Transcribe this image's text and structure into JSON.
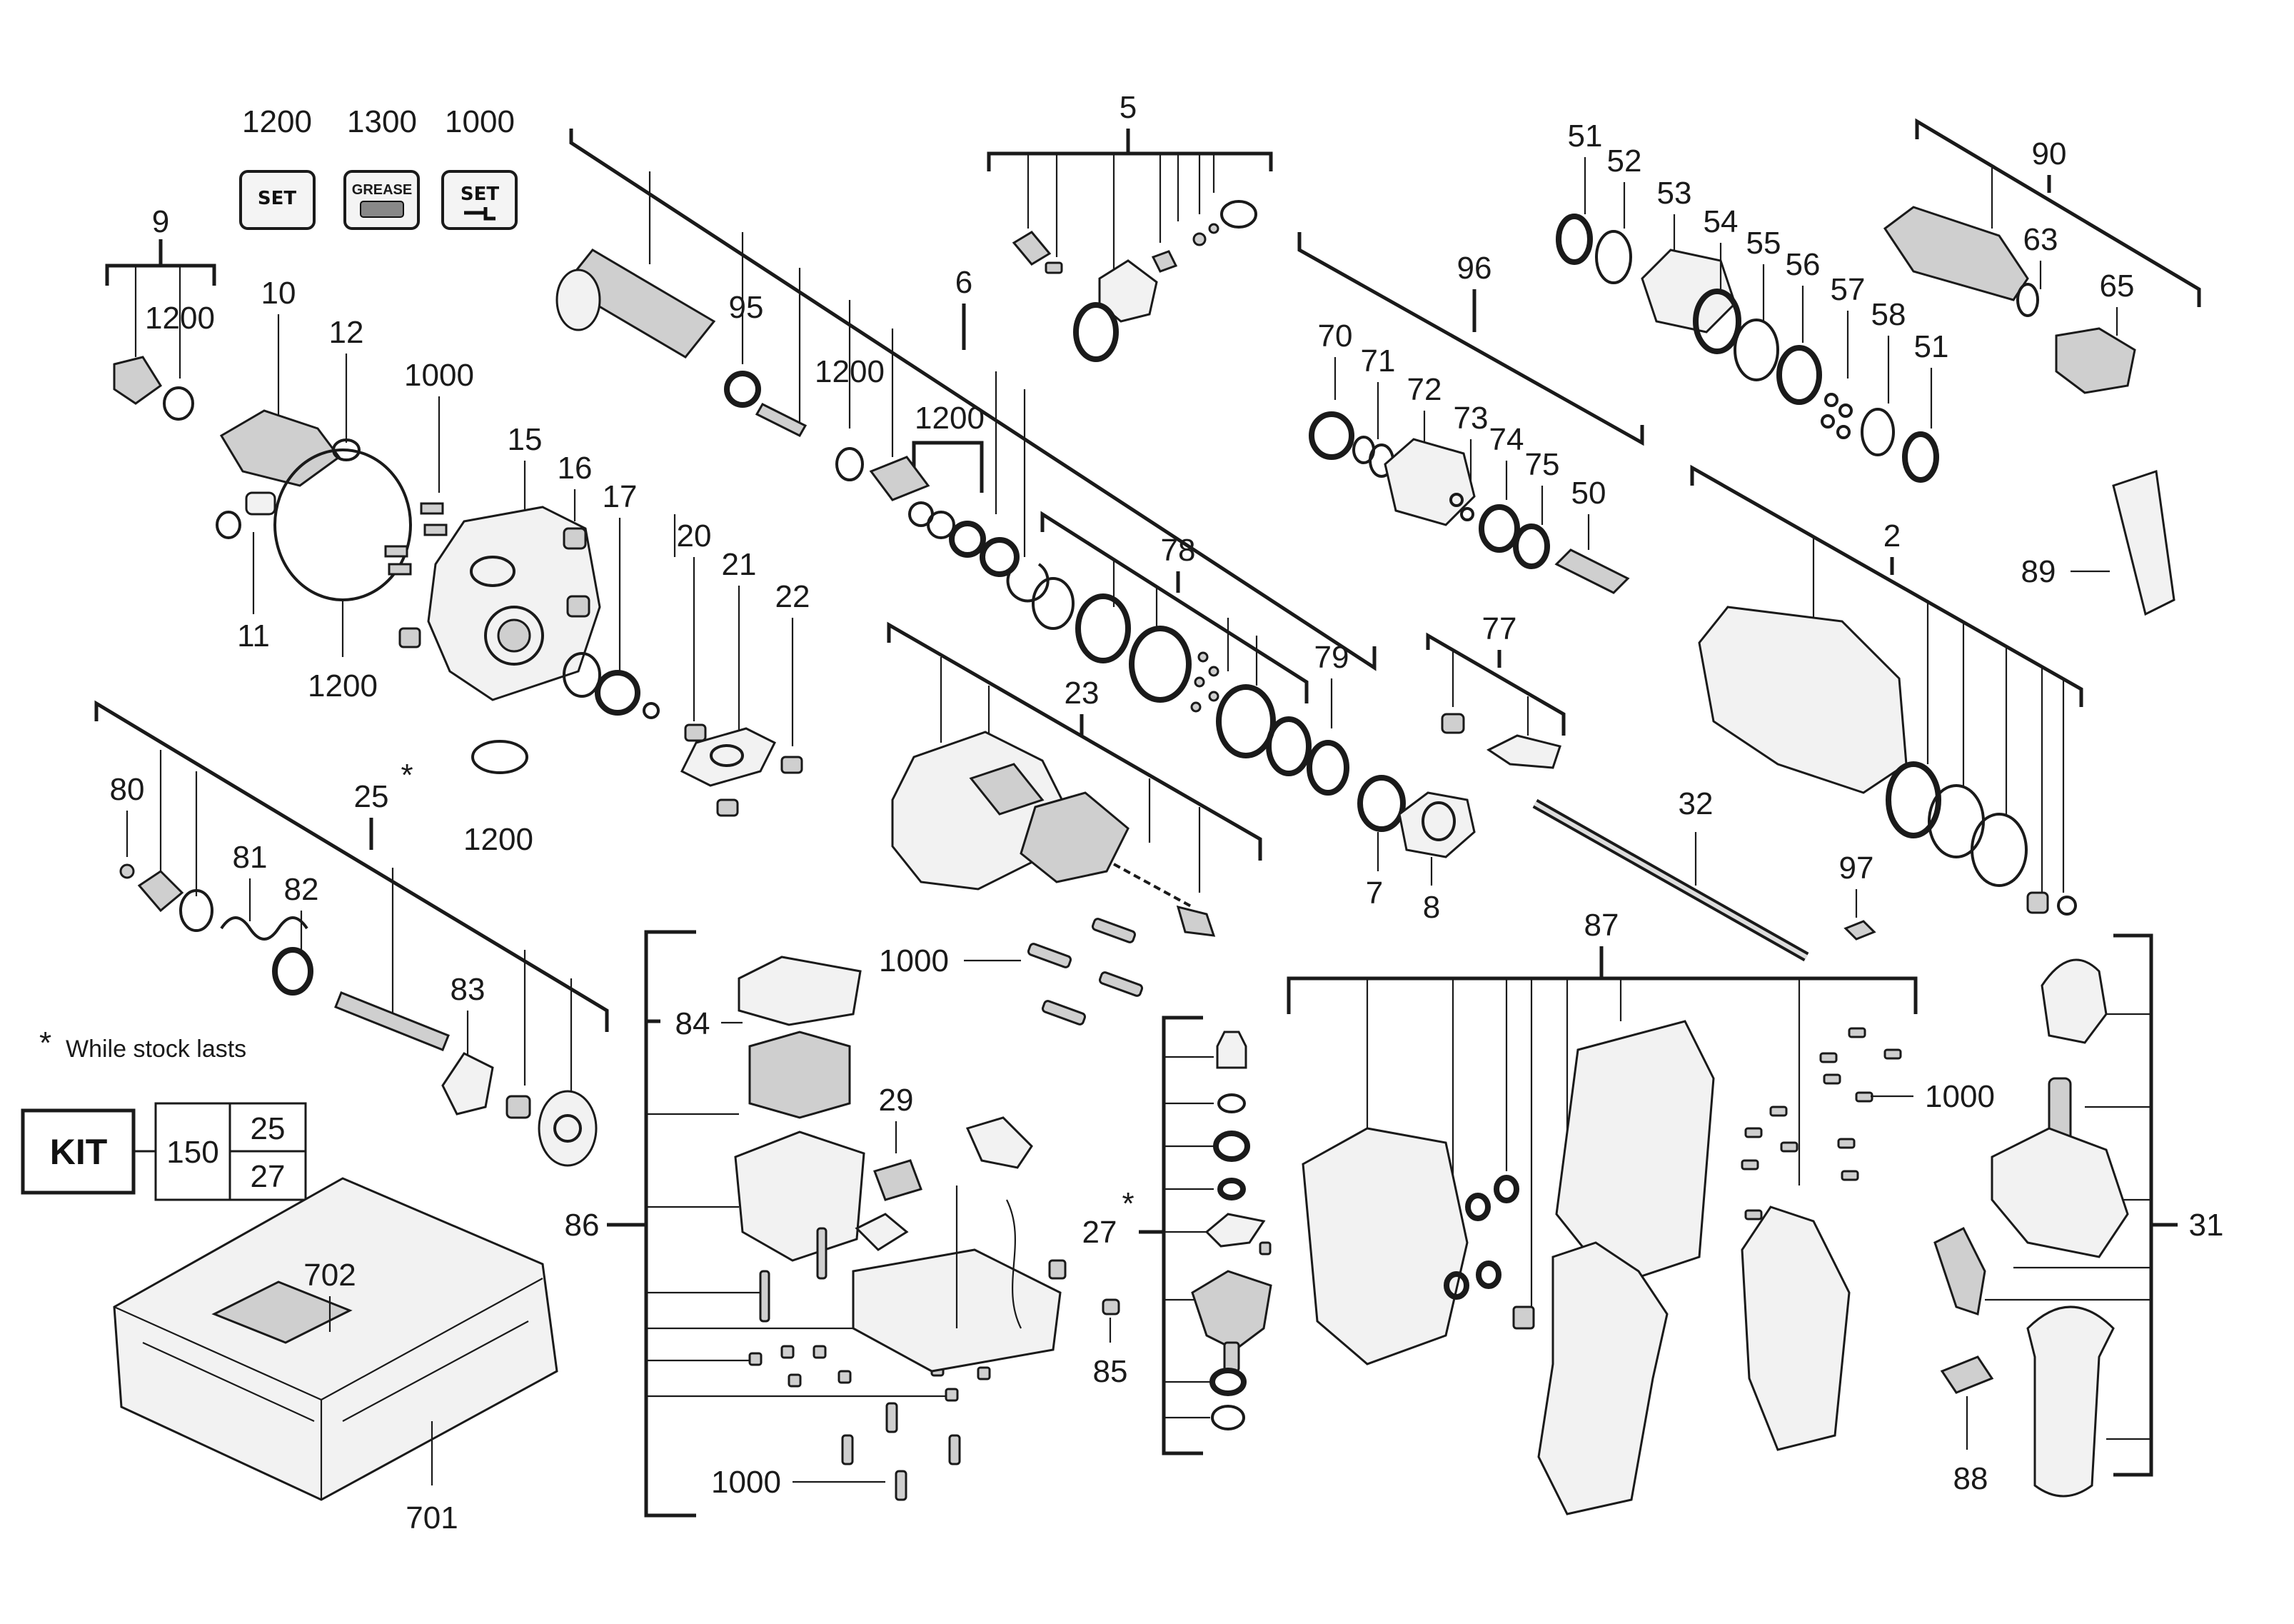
{
  "badges": [
    {
      "number": "1200",
      "text": "SET"
    },
    {
      "number": "1300",
      "text": "GREASE"
    },
    {
      "number": "1000",
      "text": "SET"
    }
  ],
  "labels": {
    "p9": "9",
    "p1200a": "1200",
    "p10": "10",
    "p12": "12",
    "p11": "11",
    "p1000a": "1000",
    "p15": "15",
    "p16": "16",
    "p17": "17",
    "p1200b": "1200",
    "p1200c": "1200",
    "p20": "20",
    "p21": "21",
    "p22": "22",
    "p95": "95",
    "p1200d": "1200",
    "p1200e": "1200",
    "p6": "6",
    "p5": "5",
    "p78": "78",
    "p79": "79",
    "p23": "23",
    "p7": "7",
    "p8": "8",
    "p96": "96",
    "p70": "70",
    "p71": "71",
    "p72": "72",
    "p73": "73",
    "p74": "74",
    "p75": "75",
    "p50": "50",
    "p77": "77",
    "p32": "32",
    "p51a": "51",
    "p52": "52",
    "p53": "53",
    "p54": "54",
    "p55": "55",
    "p56": "56",
    "p57": "57",
    "p58": "58",
    "p51b": "51",
    "p90": "90",
    "p63": "63",
    "p65": "65",
    "p89": "89",
    "p2": "2",
    "p97": "97",
    "p80": "80",
    "p25": "25",
    "star25": "*",
    "p81": "81",
    "p82": "82",
    "p83": "83",
    "p1000b": "1000",
    "p84": "84",
    "p29": "29",
    "p86": "86",
    "p27": "27",
    "star27": "*",
    "p85": "85",
    "p1000c": "1000",
    "p87": "87",
    "p1000d": "1000",
    "p31": "31",
    "p88": "88",
    "p702": "702",
    "p701": "701"
  },
  "note": {
    "star": "*",
    "text": "While stock lasts"
  },
  "kit": {
    "label": "KIT",
    "number": "150",
    "items": [
      "25",
      "27"
    ]
  }
}
